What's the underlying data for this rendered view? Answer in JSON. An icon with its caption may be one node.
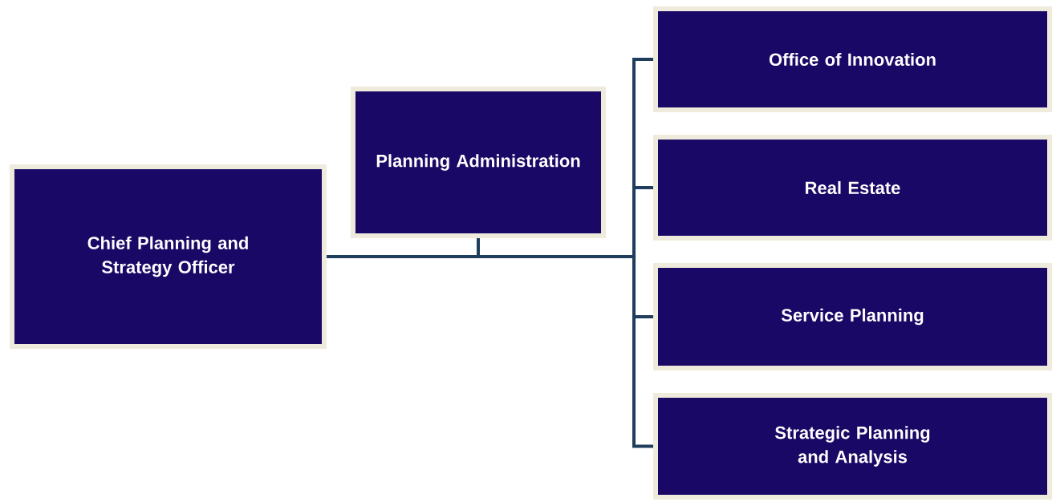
{
  "diagram": {
    "nodes": [
      {
        "text": [
          "Chief Planning and Strategy Officer"
        ]
      },
      {
        "text": [
          "Planning Administration"
        ]
      },
      {
        "text": [
          "Office of Innovation"
        ]
      },
      {
        "text": [
          "Real Estate"
        ]
      },
      {
        "text": [
          "Service Planning"
        ]
      },
      {
        "text": [
          "Strategic Planning and Analysis"
        ]
      }
    ],
    "edges": [
      {
        "from": 0,
        "to": 1,
        "arrow": "none"
      },
      {
        "from": 0,
        "to": 2,
        "arrow": "none"
      },
      {
        "from": 0,
        "to": 3,
        "arrow": "none"
      },
      {
        "from": 0,
        "to": 4,
        "arrow": "none"
      },
      {
        "from": 0,
        "to": 5,
        "arrow": "none"
      }
    ]
  }
}
